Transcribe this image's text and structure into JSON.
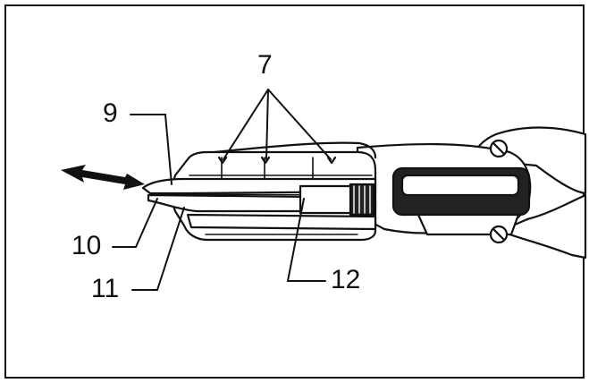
{
  "callouts": {
    "c7": "7",
    "c9": "9",
    "c10": "10",
    "c11": "11",
    "c12": "12"
  },
  "colors": {
    "ink": "#111111",
    "background": "#ffffff"
  },
  "icons": {
    "motion": "double-headed-arrow-icon"
  }
}
